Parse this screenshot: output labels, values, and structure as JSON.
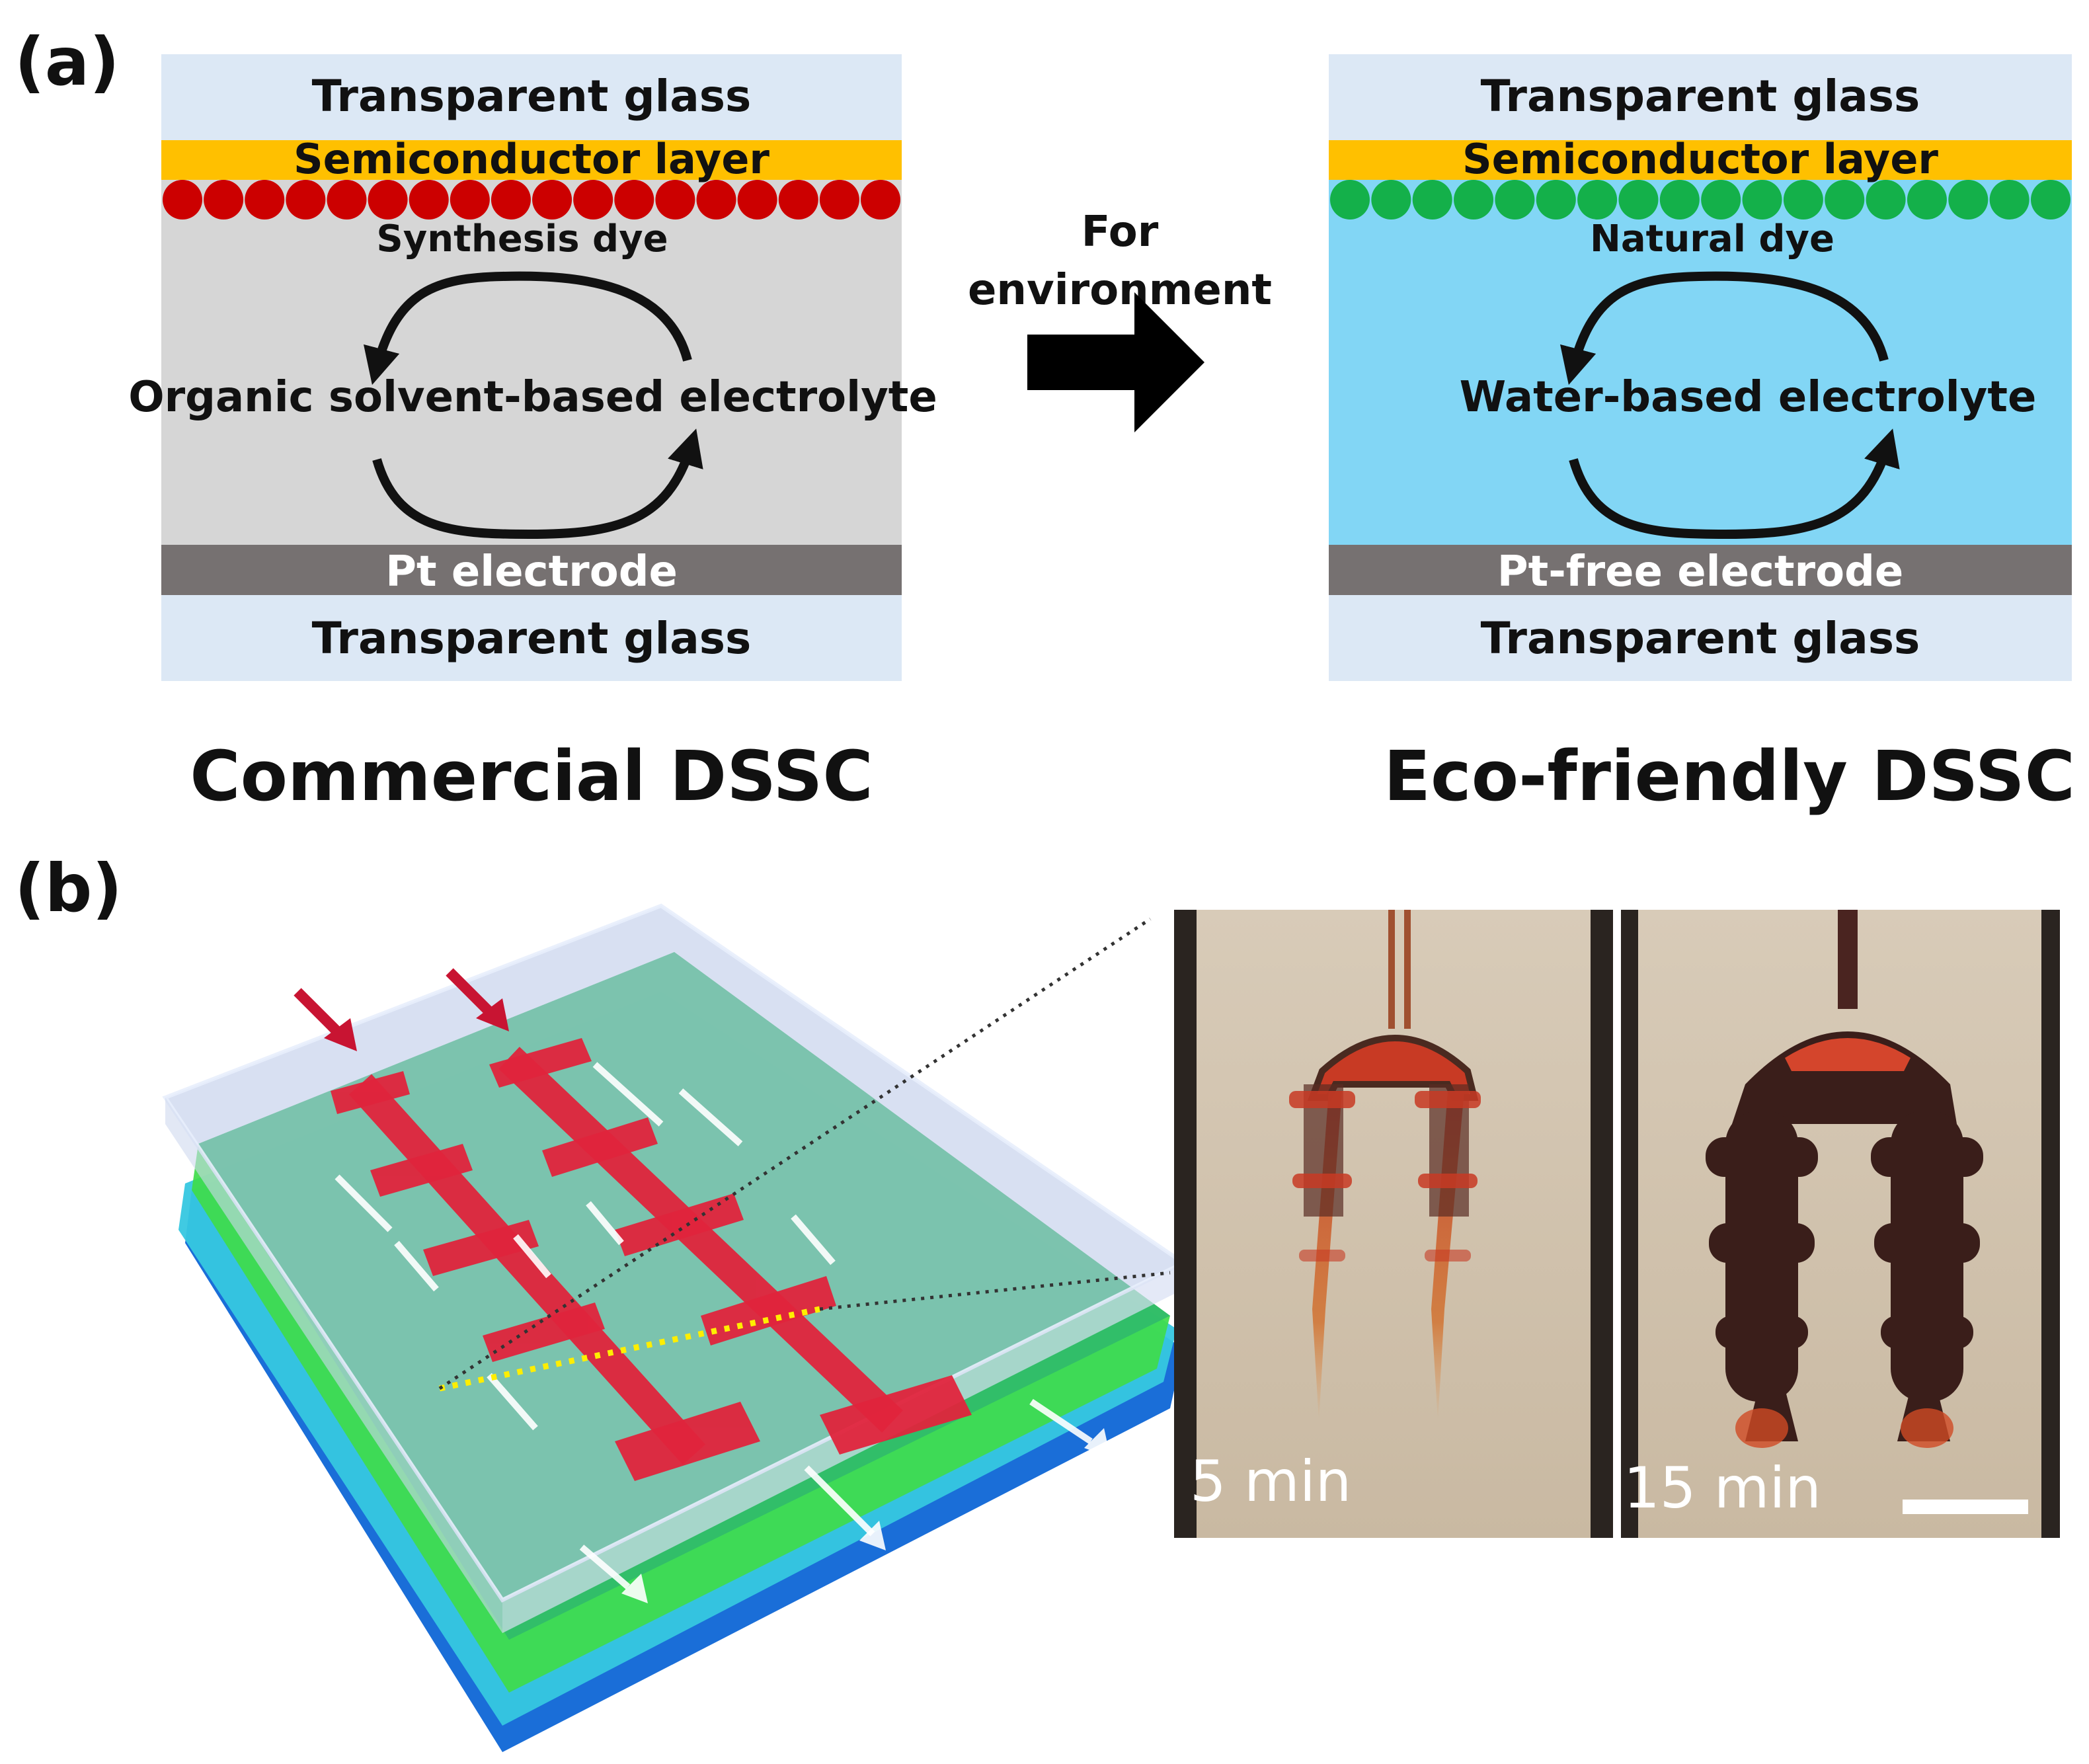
{
  "panel_a": {
    "label": "(a)",
    "arrow_text": [
      "For",
      "environment"
    ],
    "left_cell": {
      "glass_top": "Transparent glass",
      "semiconductor": "Semiconductor layer",
      "dye": "Synthesis dye",
      "electrolyte": "Organic solvent-based electrolyte",
      "electrode": "Pt electrode",
      "glass_bottom": "Transparent glass",
      "caption": "Commercial DSSC",
      "dye_color": "#cc0000",
      "electrolyte_color": "#d6d6d6"
    },
    "right_cell": {
      "glass_top": "Transparent glass",
      "semiconductor": "Semiconductor layer",
      "dye": "Natural dye",
      "electrolyte": "Water-based electrolyte",
      "electrode": "Pt-free electrode",
      "glass_bottom": "Transparent glass",
      "caption": "Eco-friendly DSSC",
      "dye_color": "#14b04a",
      "electrolyte_color": "#82d6f5"
    },
    "colors": {
      "glass": "#dce8f5",
      "semiconductor": "#ffc000",
      "electrode": "#767171"
    }
  },
  "panel_b": {
    "label": "(b)",
    "photo_1_time": "5 min",
    "photo_2_time": "15 min"
  }
}
